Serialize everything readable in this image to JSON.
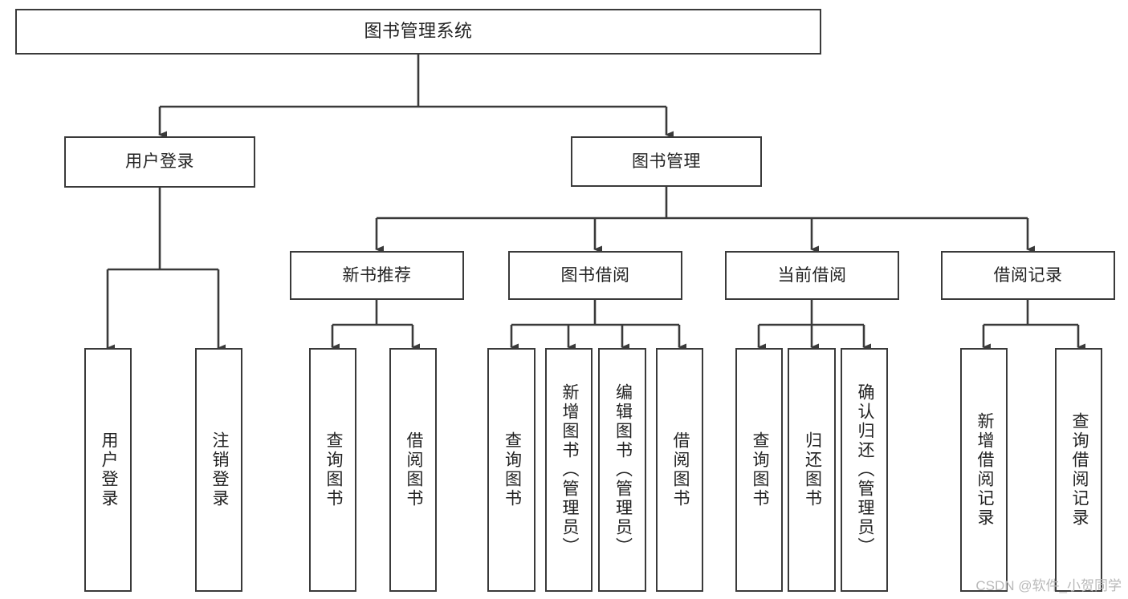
{
  "diagram": {
    "type": "tree",
    "title": "图书管理系统",
    "orientation": "top-down",
    "line_color": "#3a3a3a",
    "box_fill": "#ffffff",
    "text_color": "#222222",
    "background": "#ffffff"
  },
  "watermark": {
    "text": "CSDN @软件_小贺同学",
    "color": "#b9b9b9"
  },
  "nodes": {
    "root": {
      "label": "图书管理系统",
      "level": 1
    },
    "l2": [
      {
        "label": "用户登录",
        "level": 2
      },
      {
        "label": "图书管理",
        "level": 2
      }
    ],
    "l3": [
      {
        "label": "新书推荐",
        "level": 3
      },
      {
        "label": "图书借阅",
        "level": 3
      },
      {
        "label": "当前借阅",
        "level": 3
      },
      {
        "label": "借阅记录",
        "level": 3
      }
    ],
    "leaves": [
      {
        "label": "用户登录",
        "parent": "用户登录",
        "level": 3
      },
      {
        "label": "注销登录",
        "parent": "用户登录",
        "level": 3
      },
      {
        "label": "查询图书",
        "parent": "新书推荐",
        "level": 4
      },
      {
        "label": "借阅图书",
        "parent": "新书推荐",
        "level": 4
      },
      {
        "label": "查询图书",
        "parent": "图书借阅",
        "level": 4
      },
      {
        "label": "新增图书（管理员）",
        "parent": "图书借阅",
        "level": 4
      },
      {
        "label": "编辑图书（管理员）",
        "parent": "图书借阅",
        "level": 4
      },
      {
        "label": "借阅图书",
        "parent": "图书借阅",
        "level": 4
      },
      {
        "label": "查询图书",
        "parent": "当前借阅",
        "level": 4
      },
      {
        "label": "归还图书",
        "parent": "当前借阅",
        "level": 4
      },
      {
        "label": "确认归还（管理员）",
        "parent": "当前借阅",
        "level": 4
      },
      {
        "label": "新增借阅记录",
        "parent": "借阅记录",
        "level": 4
      },
      {
        "label": "查询借阅记录",
        "parent": "借阅记录",
        "level": 4
      }
    ]
  }
}
